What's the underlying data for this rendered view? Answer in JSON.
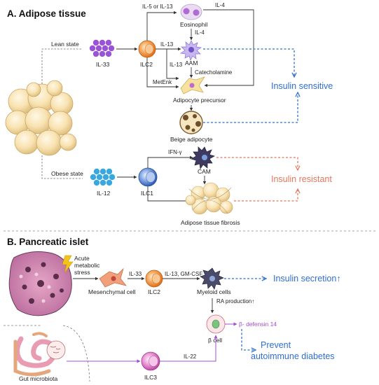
{
  "sectionA": {
    "title": "A.  Adipose tissue",
    "lean_state": "Lean state",
    "obese_state": "Obese state",
    "il33": "IL-33",
    "ilc2": "ILC2",
    "il5_il13": "IL-5 or IL-13",
    "il4_top": "IL-4",
    "eosinophil": "Eosinophil",
    "il4": "IL-4",
    "il13_a": "IL-13",
    "il13_b": "IL-13",
    "aam": "AAM",
    "catecholamine": "Catecholamine",
    "metenk": "MetEnk",
    "adipocyte_precursor": "Adipocyte precursor",
    "beige_adipocyte": "Beige adipocyte",
    "insulin_sensitive": "Insulin sensitive",
    "il12": "IL-12",
    "ilc1": "ILC1",
    "ifn": "IFN-γ",
    "cam": "CAM",
    "insulin_resistant": "Insulin resistant",
    "fibrosis": "Adipose tissue fibrosis"
  },
  "sectionB": {
    "title": "B.  Pancreatic islet",
    "acute": [
      "Acute",
      "metabolic",
      "stress"
    ],
    "mesenchymal": "Mesenchymal cell",
    "il33": "IL-33",
    "ilc2": "ILC2",
    "il13_gmcsf": "IL-13, GM-CSF",
    "myeloid": "Myeloid cells",
    "insulin_secretion": "Insulin secretion↑",
    "ra_production": "RA production↑",
    "beta_cell": "β cell",
    "beta_defensin": "β- defensin 14",
    "prevent": "Prevent",
    "autoimmune": "autoimmune diabetes",
    "ilc3": "ILC3",
    "il22": "IL-22",
    "gut": "Gut microbiota"
  },
  "colors": {
    "blue_text": "#2f6fd0",
    "red_text": "#e2785f",
    "purple": "#a04fd0",
    "ilc_orange": "#f0883a",
    "ilc_blue": "#3f74c8",
    "ilc_pink": "#d060b0",
    "il33_purple": "#9a52d8",
    "il12_blue": "#39a8e0",
    "fat_yellow": "#f5dca5"
  }
}
